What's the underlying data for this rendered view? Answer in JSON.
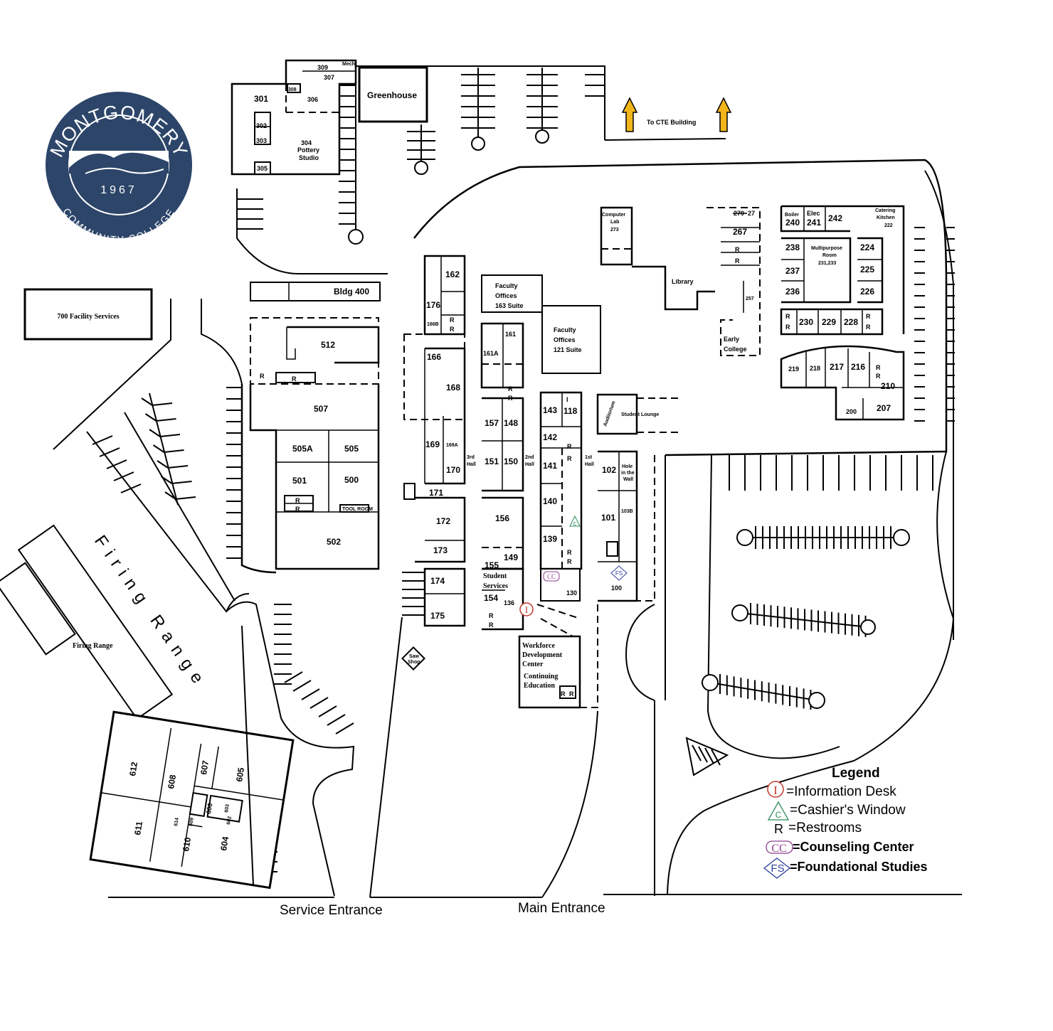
{
  "logo": {
    "name": "MONTGOMERY",
    "subtitle": "COMMUNITY COLLEGE",
    "year": "1967",
    "color": "#2c4569"
  },
  "labels": {
    "facility_700": "700 Facility Services",
    "bldg_400": "Bldg 400",
    "greenhouse": "Greenhouse",
    "to_cte": "To CTE Building",
    "firing_range_sign": "Firing Range",
    "firing_range_small": "Firing Range",
    "service_entrance": "Service Entrance",
    "main_entrance": "Main Entrance",
    "library": "Library",
    "early_college_1": "Early",
    "early_college_2": "College",
    "computer_lab_1": "Computer",
    "computer_lab_2": "Lab",
    "computer_lab_3": "273",
    "faculty_163_1": "Faculty",
    "faculty_163_2": "Offices",
    "faculty_163_3": "163 Suite",
    "faculty_121_1": "Faculty",
    "faculty_121_2": "Offices",
    "faculty_121_3": "121 Suite",
    "auditorium": "Auditorium",
    "student_lounge": "Student Lounge",
    "hole_wall_1": "Hole",
    "hole_wall_2": "in the",
    "hole_wall_3": "Wall",
    "student_services_1": "Student",
    "student_services_2": "Services",
    "workforce_1": "Workforce",
    "workforce_2": "Development",
    "workforce_3": "Center",
    "workforce_4": "Continuing",
    "workforce_5": "Education",
    "saw_shop_1": "Saw",
    "saw_shop_2": "Shop",
    "pottery_1": "304",
    "pottery_2": "Pottery",
    "pottery_3": "Studio",
    "multipurpose_1": "Multipurpose",
    "multipurpose_2": "Room",
    "multipurpose_3": "231,233",
    "boiler_1": "Boiler",
    "boiler_2": "240",
    "elec_1": "Elec",
    "elec_2": "241",
    "catering_1": "Catering",
    "catering_2": "Kitchen",
    "catering_3": "222",
    "mech": "Mech",
    "hall_3rd_1": "3rd",
    "hall_3rd_2": "Hall",
    "hall_2nd_1": "2nd",
    "hall_2nd_2": "Hall",
    "hall_1st_1": "1st",
    "hall_1st_2": "Hall",
    "tool_room": "TOOL ROOM"
  },
  "rooms": {
    "r301": "301",
    "r302": "302",
    "r303": "303",
    "r305": "305",
    "r306": "306",
    "r307": "307",
    "r308": "308",
    "r309": "309",
    "r512": "512",
    "r507": "507",
    "r505a": "505A",
    "r505": "505",
    "r501": "501",
    "r500": "500",
    "r502": "502",
    "r162": "162",
    "r176": "176",
    "r166b": "166B",
    "r166": "166",
    "r168": "168",
    "r169": "169",
    "r169a": "169A",
    "r170": "170",
    "r171": "171",
    "r172": "172",
    "r173": "173",
    "r174": "174",
    "r175": "175",
    "r161": "161",
    "r161a": "161A",
    "r157": "157",
    "r148": "148",
    "r151": "151",
    "r150": "150",
    "r156": "156",
    "r149": "149",
    "r155": "155",
    "r154": "154",
    "r136": "136",
    "r143": "143",
    "r118": "118",
    "r142": "142",
    "r141": "141",
    "r140": "140",
    "r139": "139",
    "r130": "130",
    "r102": "102",
    "r101": "101",
    "r103b": "103B",
    "r100": "100",
    "r270": "270",
    "r271": "27",
    "r267": "267",
    "r257": "257",
    "r242": "242",
    "r238": "238",
    "r224": "224",
    "r237": "237",
    "r225": "225",
    "r236": "236",
    "r226": "226",
    "r230": "230",
    "r229": "229",
    "r228": "228",
    "r219": "219",
    "r218": "218",
    "r217": "217",
    "r216": "216",
    "r210": "210",
    "r200": "200",
    "r207": "207",
    "r612": "612",
    "r608": "608",
    "r607": "607",
    "r605": "605",
    "r606": "606",
    "r611": "611",
    "r614": "614",
    "r609": "609",
    "r610": "610",
    "r604": "604",
    "r603": "603",
    "r602": "602"
  },
  "restroom_marker": "R",
  "legend": {
    "title": "Legend",
    "items": [
      {
        "symbol": "I",
        "text": "=Information Desk",
        "color": "#c0392b"
      },
      {
        "symbol": "C",
        "text": "=Cashier's Window",
        "color": "#2e8b57"
      },
      {
        "symbol": "R",
        "text": "=Restrooms",
        "color": "#000000"
      },
      {
        "symbol": "CC",
        "text": "=Counseling Center",
        "color": "#8e3f8e"
      },
      {
        "symbol": "FS",
        "text": "=Foundational Studies",
        "color": "#2b3f9c"
      }
    ]
  },
  "colors": {
    "arrow": "#f2b51b",
    "info": "#c0392b",
    "cashier": "#2e8b57",
    "counseling": "#8e3f8e",
    "foundational": "#2b3f9c"
  }
}
